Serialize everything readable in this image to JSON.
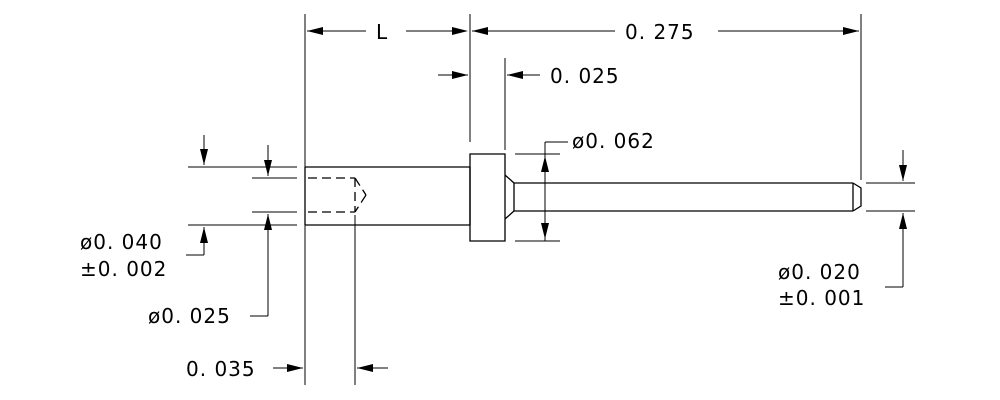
{
  "drawing": {
    "dimensions": {
      "length_label": "L",
      "overall_length": "0. 275",
      "flange_width": "0. 025",
      "flange_diameter": "ø0. 062",
      "body_diameter_line1": "ø0. 040",
      "body_diameter_line2": "±0. 002",
      "bore_diameter": "ø0. 025",
      "bore_depth": "0. 035",
      "pin_diameter_line1": "ø0. 020",
      "pin_diameter_line2": "±0. 001"
    },
    "colors": {
      "line": "#000000",
      "background": "#ffffff"
    }
  }
}
